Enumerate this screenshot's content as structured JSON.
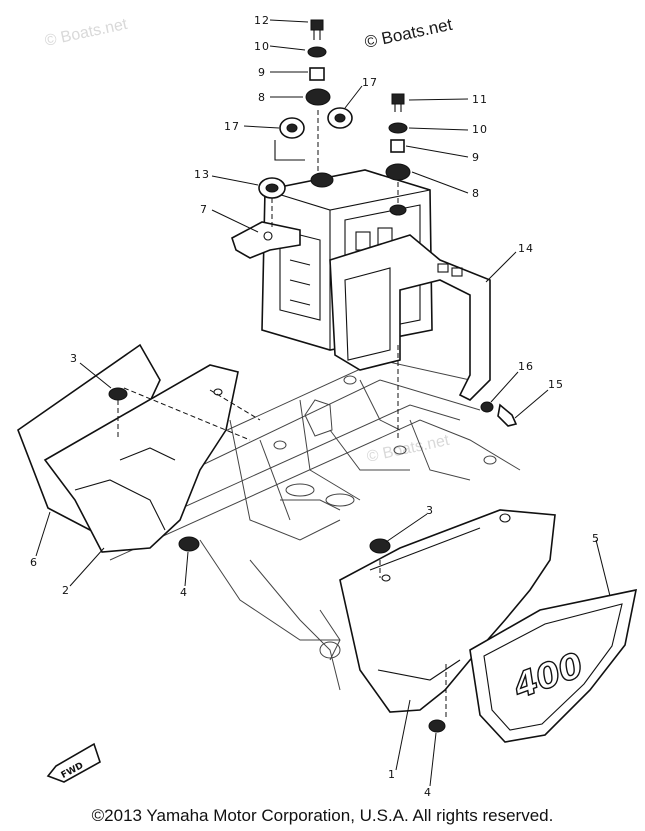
{
  "watermarks": {
    "main": "© Boats.net",
    "faint": "© Boats.net"
  },
  "callouts": [
    "12",
    "10",
    "9",
    "8",
    "17",
    "17",
    "13",
    "7",
    "11",
    "10",
    "9",
    "8",
    "14",
    "16",
    "15",
    "3",
    "6",
    "2",
    "4",
    "3",
    "5",
    "4",
    "1"
  ],
  "side_cover_badge": "400",
  "fwd_label": "FWD",
  "copyright": "©2013 Yamaha Motor Corporation, U.S.A. All rights reserved."
}
